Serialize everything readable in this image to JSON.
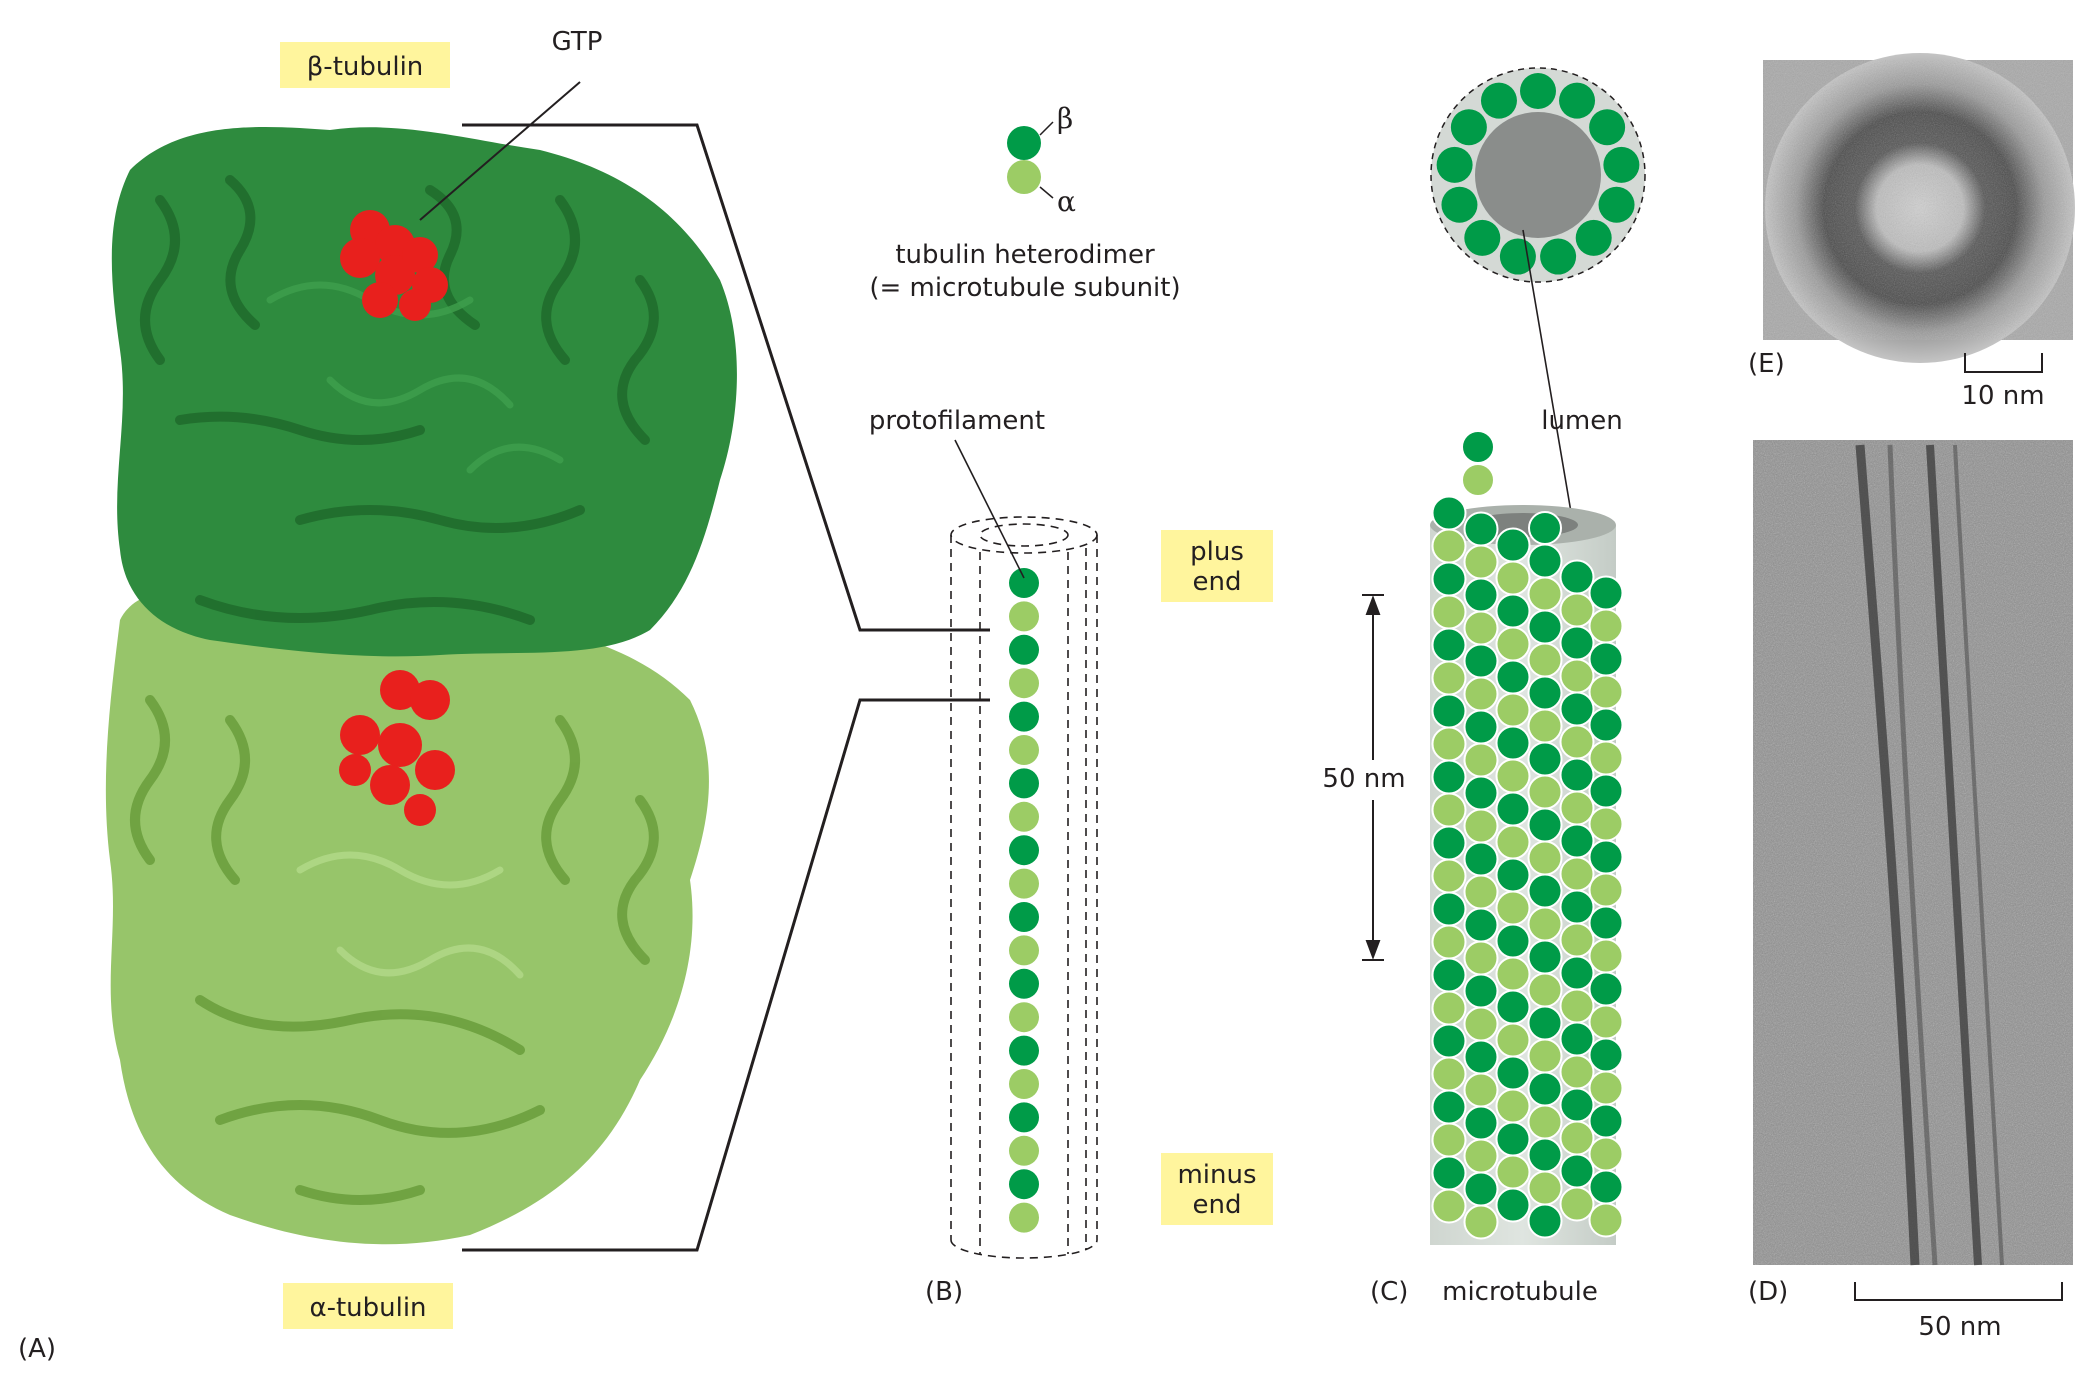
{
  "labels": {
    "beta_tubulin": "β-tubulin",
    "gtp": "GTP",
    "alpha_tubulin": "α-tubulin",
    "beta": "β",
    "alpha": "α",
    "heterodimer_line1": "tubulin heterodimer",
    "heterodimer_line2": "(= microtubule subunit)",
    "protofilament": "protofilament",
    "plus_end_1": "plus",
    "plus_end_2": "end",
    "minus_end_1": "minus",
    "minus_end_2": "end",
    "lumen": "lumen",
    "length_50nm": "50 nm",
    "microtubule": "microtubule",
    "scale_10nm": "10 nm",
    "scale_50nm": "50 nm"
  },
  "panels": {
    "a": "(A)",
    "b": "(B)",
    "c": "(C)",
    "d": "(D)",
    "e": "(E)"
  },
  "colors": {
    "beta_subunit": "#009b48",
    "alpha_subunit": "#9ccc65",
    "gtp": "#e8201d",
    "label_highlight": "#fff59d",
    "lumen": "#8a8d8b",
    "em_background": "#8f8f8f"
  }
}
